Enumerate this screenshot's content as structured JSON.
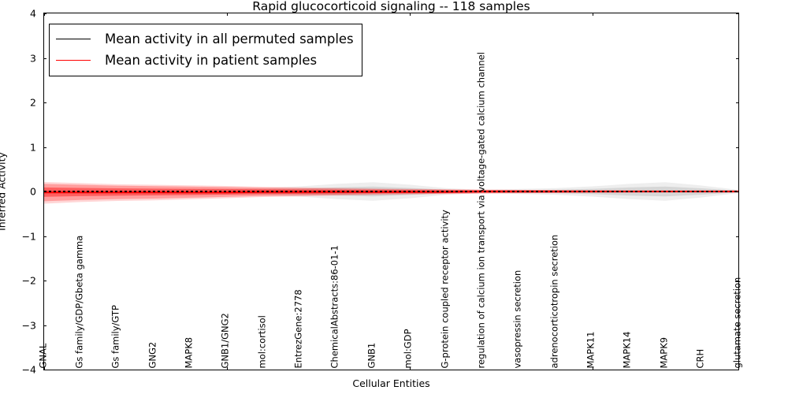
{
  "chart_data": {
    "type": "line",
    "title": "Rapid glucocorticoid signaling -- 118 samples",
    "xlabel": "Cellular Entities",
    "ylabel": "Inferred Activity",
    "ylim": [
      -4,
      4
    ],
    "yticks": [
      4,
      3,
      2,
      1,
      0,
      -1,
      -2,
      -3,
      -4
    ],
    "ytick_labels": [
      "4",
      "3",
      "2",
      "1",
      "0",
      "−1",
      "−2",
      "−3",
      "−4"
    ],
    "grid": false,
    "legend_position": "upper left",
    "categories": [
      "GNAL",
      "Gs family/GDP/Gbeta gamma",
      "Gs family/GTP",
      "GNG2",
      "MAPK8",
      "GNB1/GNG2",
      "mol:cortisol",
      "EntrezGene:2778",
      "ChemicalAbstracts:86-01-1",
      "GNB1",
      "mol:GDP",
      "G-protein coupled receptor activity",
      "regulation of calcium ion transport via voltage-gated calcium channel",
      "vasopressin secretion",
      "adrenocorticotropin secretion",
      "MAPK11",
      "MAPK14",
      "MAPK9",
      "CRH",
      "glutamate secretion"
    ],
    "series": [
      {
        "name": "Mean activity in all permuted samples",
        "color": "#000000",
        "linestyle": "dotted",
        "values": [
          0.0,
          0.0,
          0.0,
          0.0,
          0.0,
          0.0,
          0.0,
          0.0,
          0.0,
          0.0,
          0.0,
          0.0,
          0.0,
          0.0,
          0.0,
          0.0,
          0.0,
          0.0,
          0.0,
          0.0
        ],
        "band_color": "#b0b0b0",
        "band_upper": [
          0.02,
          0.02,
          0.02,
          0.02,
          0.03,
          0.03,
          0.04,
          0.06,
          0.09,
          0.11,
          0.08,
          0.04,
          0.02,
          0.03,
          0.04,
          0.06,
          0.09,
          0.11,
          0.07,
          0.02
        ],
        "band_lower": [
          -0.02,
          -0.02,
          -0.02,
          -0.02,
          -0.03,
          -0.03,
          -0.04,
          -0.06,
          -0.09,
          -0.11,
          -0.08,
          -0.04,
          -0.02,
          -0.03,
          -0.04,
          -0.06,
          -0.09,
          -0.11,
          -0.07,
          -0.02
        ]
      },
      {
        "name": "Mean activity in patient samples",
        "color": "#ff0000",
        "linestyle": "solid",
        "values": [
          -0.02,
          -0.02,
          -0.02,
          -0.02,
          -0.02,
          -0.02,
          -0.01,
          -0.01,
          -0.01,
          -0.01,
          -0.01,
          -0.01,
          0.0,
          0.0,
          0.0,
          0.0,
          0.0,
          0.0,
          0.0,
          0.0
        ],
        "band_color": "#ff0000",
        "band_upper": [
          0.17,
          0.15,
          0.13,
          0.12,
          0.11,
          0.1,
          0.085,
          0.075,
          0.065,
          0.055,
          0.048,
          0.042,
          0.036,
          0.03,
          0.026,
          0.022,
          0.018,
          0.014,
          0.01,
          0.006
        ],
        "band_lower": [
          -0.22,
          -0.19,
          -0.17,
          -0.16,
          -0.14,
          -0.12,
          -0.1,
          -0.088,
          -0.075,
          -0.063,
          -0.054,
          -0.046,
          -0.039,
          -0.033,
          -0.028,
          -0.023,
          -0.019,
          -0.015,
          -0.011,
          -0.007
        ],
        "band_upper_inner": [
          0.09,
          0.08,
          0.07,
          0.065,
          0.06,
          0.055,
          0.048,
          0.042,
          0.037,
          0.032,
          0.028,
          0.024,
          0.021,
          0.018,
          0.015,
          0.013,
          0.011,
          0.009,
          0.006,
          0.004
        ],
        "band_lower_inner": [
          -0.12,
          -0.105,
          -0.095,
          -0.088,
          -0.079,
          -0.07,
          -0.058,
          -0.05,
          -0.043,
          -0.037,
          -0.032,
          -0.027,
          -0.023,
          -0.02,
          -0.017,
          -0.014,
          -0.011,
          -0.009,
          -0.007,
          -0.005
        ]
      }
    ],
    "annotations": []
  },
  "legend": {
    "entries": [
      {
        "label": "Mean activity in all permuted samples",
        "color": "#000000"
      },
      {
        "label": "Mean activity in patient samples",
        "color": "#ff0000"
      }
    ]
  }
}
